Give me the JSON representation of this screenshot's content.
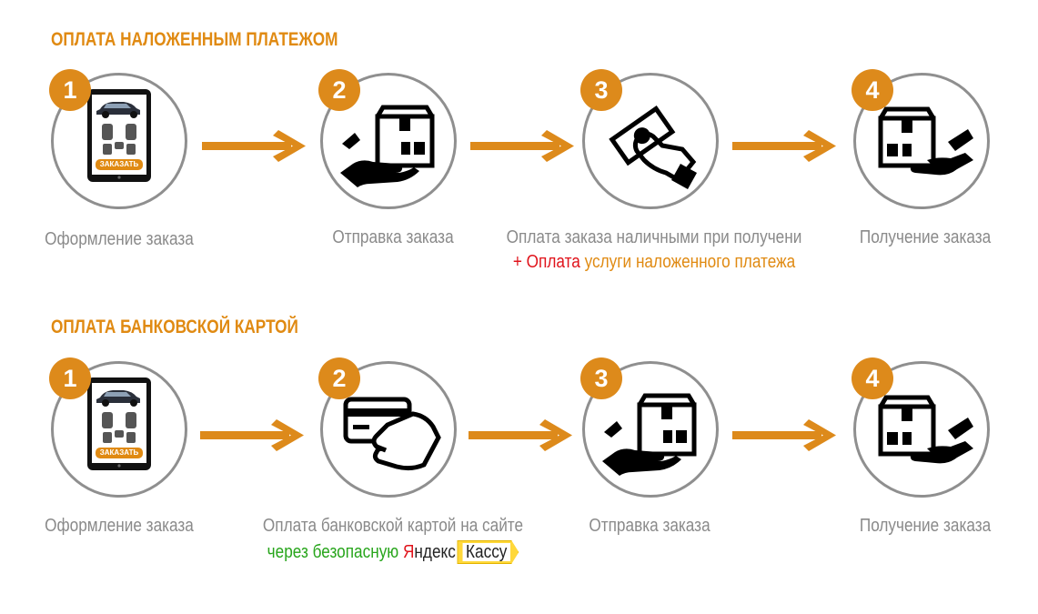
{
  "sections": [
    {
      "title": "ОПЛАТА НАЛОЖЕННЫМ ПЛАТЕЖОМ",
      "steps": [
        {
          "number": "1",
          "icon": "tablet-order-icon",
          "label": "Оформление заказа"
        },
        {
          "number": "2",
          "icon": "box-handover-icon",
          "label": "Отправка заказа"
        },
        {
          "number": "3",
          "icon": "cash-hand-icon",
          "label": "Оплата заказа наличными при получени",
          "note_plus": "+ Оплата",
          "note_rest": "услуги наложенного платежа"
        },
        {
          "number": "4",
          "icon": "box-receive-icon",
          "label": "Получение заказа"
        }
      ]
    },
    {
      "title": "ОПЛАТА БАНКОВСКОЙ КАРТОЙ",
      "steps": [
        {
          "number": "1",
          "icon": "tablet-order-icon",
          "label": "Оформление заказа"
        },
        {
          "number": "2",
          "icon": "bank-card-hand-icon",
          "label": "Оплата банковской картой на сайте",
          "note_green": "через безопасную",
          "yandex_y": "Я",
          "yandex_rest": "ндекс",
          "kassa": "Кассу"
        },
        {
          "number": "3",
          "icon": "box-handover-icon",
          "label": "Отправка заказа"
        },
        {
          "number": "4",
          "icon": "box-receive-icon",
          "label": "Получение заказа"
        }
      ]
    }
  ],
  "tablet_button": "ЗАКАЗАТЬ",
  "colors": {
    "accent": "#dd8a1b",
    "circle": "#8f8f8f",
    "label": "#8a8a8a",
    "red": "#e0131b",
    "green": "#27a51b"
  }
}
